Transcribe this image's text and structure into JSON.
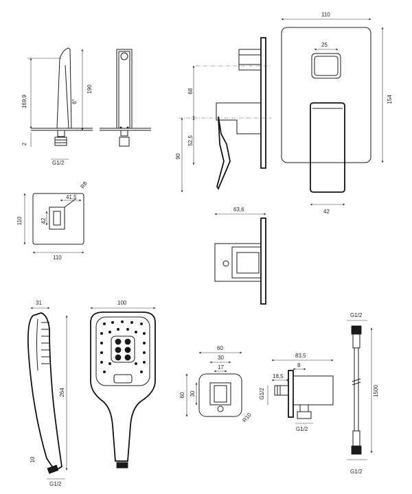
{
  "drawing": {
    "spout_side": {
      "height_total": "190",
      "height_spout": "169,9",
      "angle": "6°",
      "gap": "2",
      "thread": "G1/2"
    },
    "spout_top": {
      "plate_size": "110",
      "offset": "41,5",
      "radius": "R8",
      "inner": "42",
      "plate_width": "110"
    },
    "mixer_front": {
      "width": "110",
      "height": "154",
      "button": "25",
      "lever": "42"
    },
    "mixer_side": {
      "top_offset": "68",
      "lower_offset": "52,5",
      "total": "90"
    },
    "mixer_top": {
      "depth": "63,6"
    },
    "hand_shower_side": {
      "depth": "31",
      "length": "264",
      "neck": "10",
      "thread": "G1/2"
    },
    "hand_shower_front": {
      "width": "100"
    },
    "outlet_front": {
      "width": "60",
      "inner": "30",
      "hole": "17",
      "height": "60",
      "inner_h": "30",
      "radius": "R10"
    },
    "outlet_side": {
      "depth": "83,5",
      "offset": "18,5",
      "pin": "8",
      "thread_side": "G1/2",
      "thread_bottom": "G1/2"
    },
    "hose": {
      "thread_top": "G1/2",
      "length": "1500",
      "thread_bottom": "G1/2"
    }
  }
}
